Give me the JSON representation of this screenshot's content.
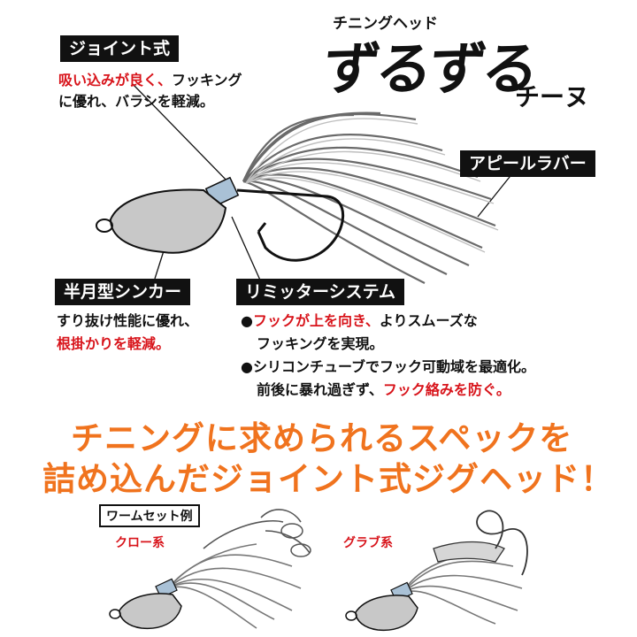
{
  "header": {
    "product_tag": "チニングヘッド",
    "logo_main": "ずるずる",
    "logo_sub": "チーヌ"
  },
  "features": {
    "joint": {
      "label": "ジョイント式",
      "line1_red": "吸い込みが良く、",
      "line1_black": "フッキング",
      "line2": "に優れ、バラシを軽減。"
    },
    "rubber": {
      "label": "アピールラバー"
    },
    "sinker": {
      "label": "半月型シンカー",
      "line1": "すり抜け性能に優れ、",
      "line2_red": "根掛かりを軽減。"
    },
    "limiter": {
      "label": "リミッターシステム",
      "bullet1_red": "フックが上を向き、",
      "bullet1_black": "よりスムーズな",
      "bullet1_line2": "フッキングを実現。",
      "bullet2": "シリコンチューブでフック可動域を最適化。",
      "bullet2_line2_black": "前後に暴れ過ぎず、",
      "bullet2_line2_red": "フック絡みを防ぐ。",
      "bullet_glyph": "●"
    }
  },
  "tagline": {
    "line1": "チニングに求められるスペックを",
    "line2": "詰め込んだジョイント式ジグヘッド！"
  },
  "worm_examples": {
    "label": "ワームセット例",
    "variant1": "クロー系",
    "variant2": "グラブ系"
  },
  "colors": {
    "accent_red": "#d8141b",
    "tagline_orange": "#f0731e",
    "label_bg": "#111111",
    "sinker_gray": "#c8c8c8",
    "joint_blue": "#a9c1d6"
  }
}
